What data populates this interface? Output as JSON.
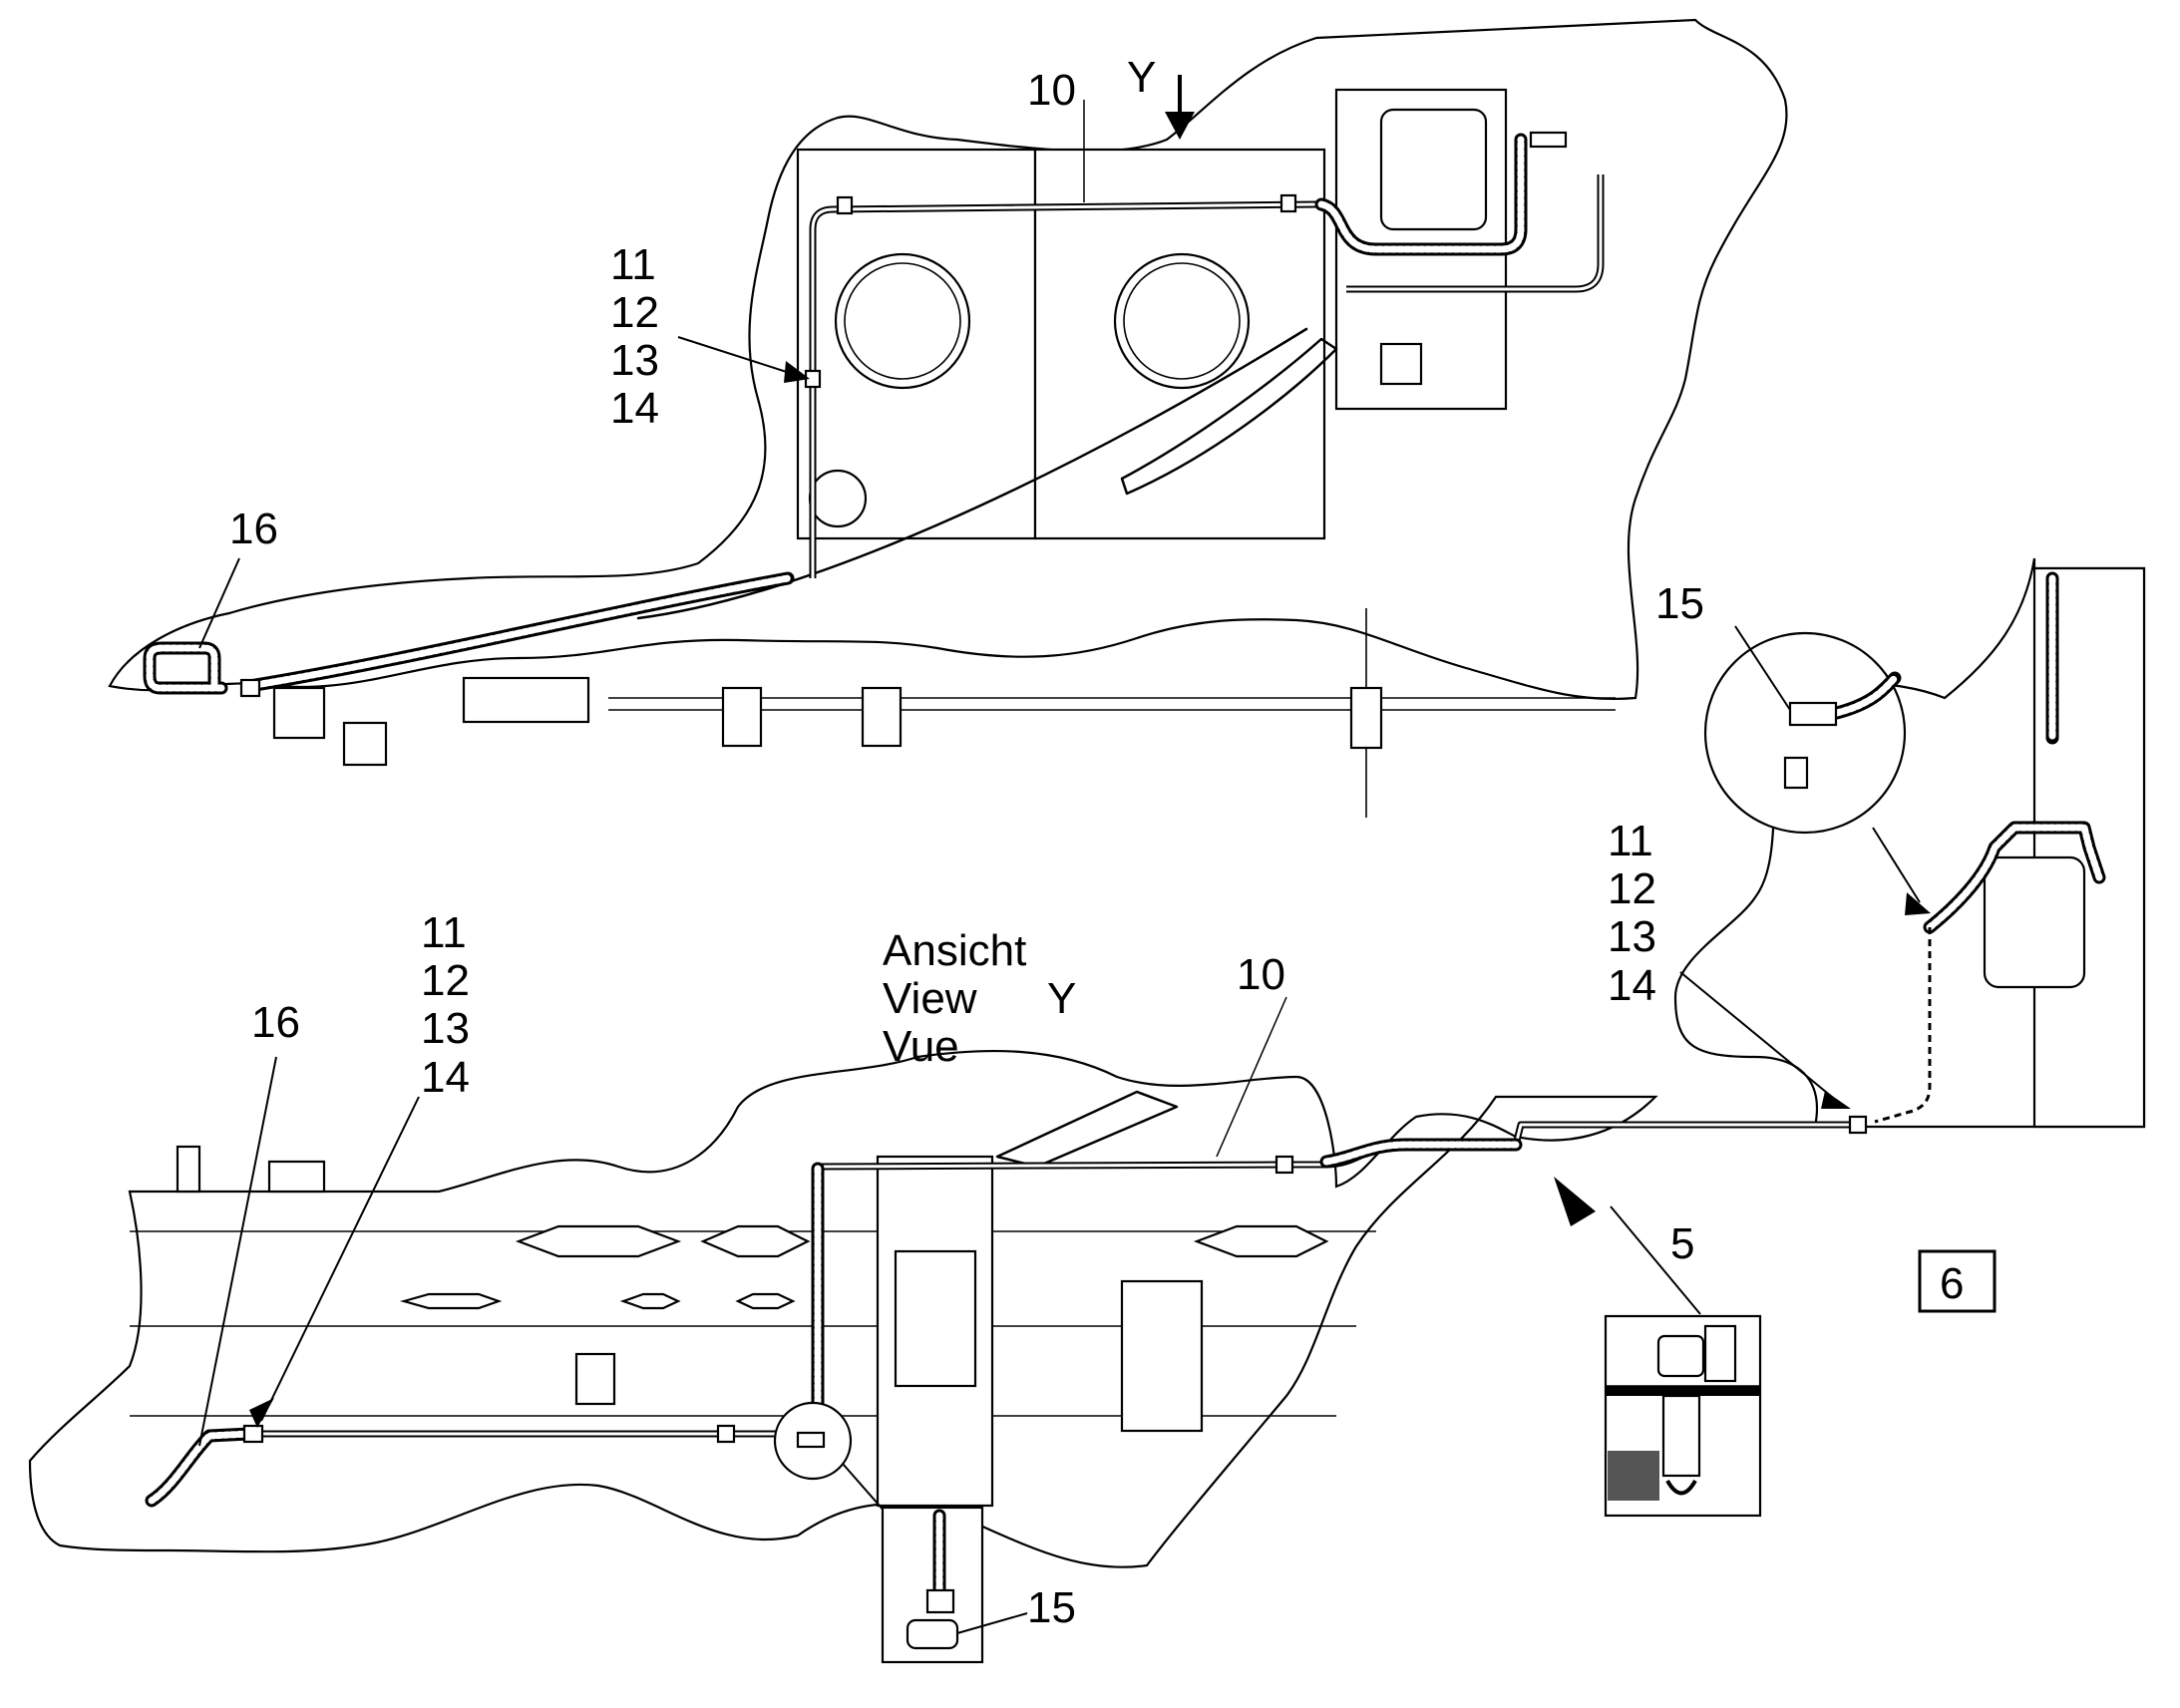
{
  "figure_id": "6",
  "view": {
    "marker": "Y",
    "caption_de": "Ansicht",
    "caption_en": "View",
    "caption_fr": "Vue",
    "caption_letter": "Y"
  },
  "callouts": {
    "top_pipe": "10",
    "top_clip_group": [
      "11",
      "12",
      "13",
      "14"
    ],
    "top_hose": "16",
    "right_fitting": "15",
    "right_clip_group": [
      "11",
      "12",
      "13",
      "14"
    ],
    "bottom_pipe": "10",
    "bottom_clip_group": [
      "11",
      "12",
      "13",
      "14"
    ],
    "bottom_hose": "16",
    "bottom_fitting": "15",
    "detail_adapter": "5"
  }
}
